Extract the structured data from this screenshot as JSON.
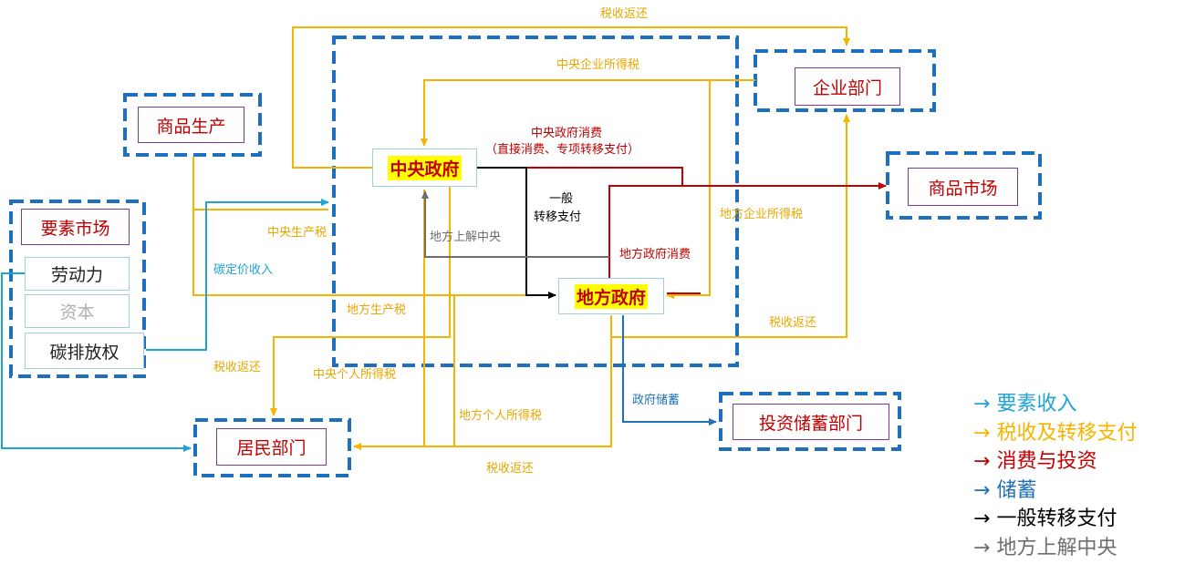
{
  "colors": {
    "factor_income": "#1fa3d6",
    "tax_transfer": "#f5b400",
    "consumption": "#c00000",
    "savings": "#2070b8",
    "general_transfer": "#000000",
    "remit": "#6e6e6e"
  },
  "nodes": {
    "central_gov": "中央政府",
    "local_gov": "地方政府",
    "enterprise": "企业部门",
    "goods_production": "商品生产",
    "goods_market": "商品市场",
    "factor_market": "要素市场",
    "labor": "劳动力",
    "capital": "资本",
    "carbon_permit": "碳排放权",
    "households": "居民部门",
    "invest_savings": "投资储蓄部门"
  },
  "labels": {
    "tax_rebate_top": "税收返还",
    "central_corp_tax": "中央企业所得税",
    "central_consumption_l1": "中央政府消费",
    "central_consumption_l2": "（直接消费、专项转移支付）",
    "general_transfer_l1": "一般",
    "general_transfer_l2": "转移支付",
    "local_remit": "地方上解中央",
    "local_corp_tax": "地方企业所得税",
    "local_consumption": "地方政府消费",
    "central_production_tax": "中央生产税",
    "carbon_pricing_income": "碳定价收入",
    "local_production_tax": "地方生产税",
    "tax_rebate_left": "税收返还",
    "central_income_tax": "中央个人所得税",
    "local_income_tax": "地方个人所得税",
    "tax_rebate_right": "税收返还",
    "gov_savings": "政府储蓄",
    "tax_rebate_bottom": "税收返还"
  },
  "legend": [
    {
      "text": "要素收入",
      "color": "#1fa3d6"
    },
    {
      "text": "税收及转移支付",
      "color": "#f5b400"
    },
    {
      "text": "消费与投资",
      "color": "#c00000"
    },
    {
      "text": "储蓄",
      "color": "#2070b8"
    },
    {
      "text": "一般转移支付",
      "color": "#000000"
    },
    {
      "text": "地方上解中央",
      "color": "#6e6e6e"
    }
  ],
  "legend_arrow": "→"
}
